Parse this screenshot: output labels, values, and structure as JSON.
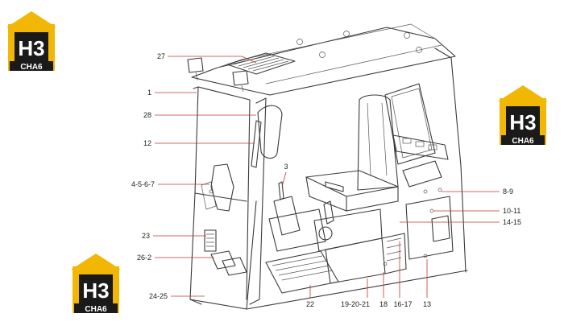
{
  "logo": {
    "mark": "H3",
    "wordmark": "CHA6"
  },
  "callouts": {
    "c27": "27",
    "c1": "1",
    "c28": "28",
    "c12": "12",
    "c3": "3",
    "c4567": "4-5-6-7",
    "c23": "23",
    "c262": "26-2",
    "c2425": "24-25",
    "c22": "22",
    "c192021": "19-20-21",
    "c18": "18",
    "c1617": "16-17",
    "c13": "13",
    "c89": "8-9",
    "c1011": "10-11",
    "c1415": "14-15"
  },
  "colors": {
    "logo_bg": "#f2b705",
    "logo_dark": "#1a1a1a",
    "leader": "#c0392b"
  }
}
